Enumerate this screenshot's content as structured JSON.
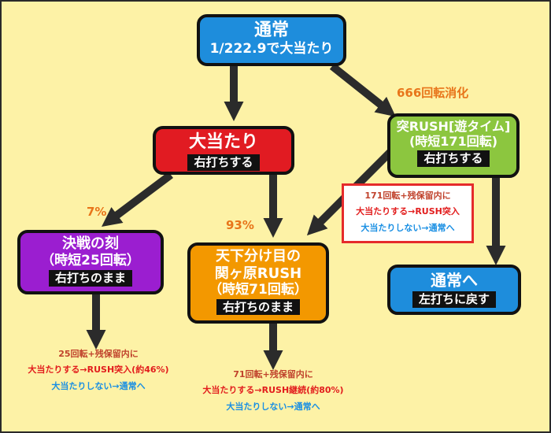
{
  "nodes": {
    "tsujo": {
      "title": "通常",
      "subtitle": "1/222.9で大当たり",
      "color": "#1e8ddc"
    },
    "oatari": {
      "title": "大当たり",
      "tag": "右打ちする",
      "color": "#e11b22"
    },
    "kessen": {
      "title": "決戦の刻",
      "subtitle": "（時短25回転）",
      "tag": "右打ちのまま",
      "color": "#9b1ed0"
    },
    "tenka": {
      "title": "天下分け目の",
      "title2": "関ヶ原RUSH",
      "subtitle": "（時短71回転）",
      "tag": "右打ちのまま",
      "color": "#f39800"
    },
    "totsu": {
      "title": "突RUSH[遊タイム]",
      "subtitle": "(時短171回転)",
      "tag": "右打ちする",
      "color": "#8cc63f"
    },
    "tsujo_he": {
      "title": "通常へ",
      "tag": "左打ちに戻す",
      "color": "#1e8ddc"
    }
  },
  "labels": {
    "p666": "666回転消化",
    "p7": "7%",
    "p93": "93%"
  },
  "notes": {
    "totsu": {
      "line1": "171回転+残保留内に",
      "line2": "大当たりする→RUSH突入",
      "line3": "大当たりしない→通常へ"
    },
    "kessen": {
      "line1": "25回転+残保留内に",
      "line2": "大当たりする→RUSH突入(約46%)",
      "line3": "大当たりしない→通常へ"
    },
    "tenka": {
      "line1": "71回転+残保留内に",
      "line2": "大当たりする→RUSH継続(約80%)",
      "line3": "大当たりしない→通常へ"
    }
  },
  "colors": {
    "background": "#fdf2a6",
    "arrow": "#2b2b2b",
    "percent_label": "#e8751a",
    "note_hit": "#e21d1d",
    "note_miss": "#1a8fe3",
    "note_box_border": "#e52b2b"
  }
}
